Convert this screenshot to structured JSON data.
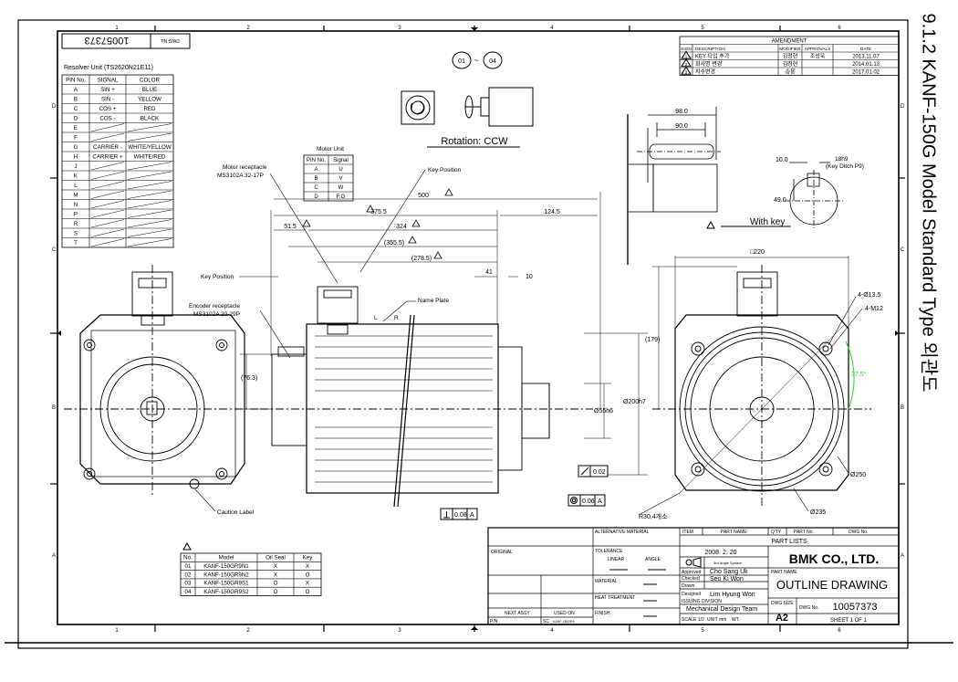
{
  "side_title": "9.1.2 KANF-150G Model Standard Type 외관도",
  "dwg_box": {
    "number": "10057373",
    "label": "DWG No."
  },
  "zones": {
    "top": [
      "1",
      "2",
      "3",
      "4",
      "5",
      "6"
    ],
    "left": [
      "D",
      "C",
      "B",
      "A"
    ]
  },
  "resolver": {
    "title": "Resolver Unit (TS2620N21E11)",
    "headers": [
      "PIN No.",
      "SIGNAL",
      "COLOR"
    ],
    "rows": [
      [
        "A",
        "SIN +",
        "BLUE"
      ],
      [
        "B",
        "SIN -",
        "YELLOW"
      ],
      [
        "C",
        "COS +",
        "RED"
      ],
      [
        "D",
        "COS -",
        "BLACK"
      ],
      [
        "E",
        "",
        ""
      ],
      [
        "F",
        "",
        ""
      ],
      [
        "G",
        "CARRIER -",
        "WHITE/YELLOW"
      ],
      [
        "H",
        "CARRIER +",
        "WHITE/RED"
      ],
      [
        "J",
        "",
        ""
      ],
      [
        "K",
        "",
        ""
      ],
      [
        "L",
        "",
        ""
      ],
      [
        "M",
        "",
        ""
      ],
      [
        "N",
        "",
        ""
      ],
      [
        "P",
        "",
        ""
      ],
      [
        "R",
        "",
        ""
      ],
      [
        "S",
        "",
        ""
      ],
      [
        "T",
        "",
        ""
      ]
    ]
  },
  "motor_unit": {
    "title": "Motor Unit",
    "headers": [
      "PIN No.",
      "Signal"
    ],
    "rows": [
      [
        "A",
        "U"
      ],
      [
        "B",
        "V"
      ],
      [
        "C",
        "W"
      ],
      [
        "D",
        "F.G"
      ]
    ]
  },
  "rotation": {
    "range_a": "01",
    "range_tilde": "~",
    "range_b": "04",
    "label": "Rotation: CCW"
  },
  "amendment": {
    "title": "AMENDMENT",
    "headers": [
      "SIGN",
      "DESCRIPTION",
      "MODIFIER",
      "APPROVALS",
      "DATE"
    ],
    "rows": [
      [
        "1",
        "KEY 타입 추가",
        "김정현",
        "조성욱",
        "2013.11.07"
      ],
      [
        "2",
        "회사명 변경",
        "김정현",
        "",
        "2014.01.13"
      ],
      [
        "3",
        "치수변경",
        "송용",
        "",
        "2017.01.02"
      ]
    ]
  },
  "labels": {
    "motor_receptacle": "Motor receptacle",
    "motor_receptacle_part": "MS3102A 32-17P",
    "key_position_top": "Key Position",
    "key_position_left": "Key Position",
    "encoder_receptacle": "Encoder receptacle",
    "encoder_receptacle_part": "MS3102A 20-29P",
    "name_plate": "Name Plate",
    "caution_label": "Caution Label",
    "with_key": "With key",
    "key_note": "18h9\n(Key Ditch P9)",
    "lr_l": "L",
    "lr_r": "R"
  },
  "dimensions": {
    "d500": "500",
    "d375_5": "375.5",
    "d51_5": "51.5",
    "d324": "324",
    "d355_5": "(355.5)",
    "d278_5": "(278.5)",
    "d124_5": "124.5",
    "d41": "41",
    "d10": "10",
    "d76_3": "(76.3)",
    "d200h7": "Ø200h7",
    "d55h6": "Ø55h6",
    "d98": "98.0",
    "d90": "90.0",
    "d10_0": "10.0",
    "d49": "49.0",
    "d220": "□220",
    "d179": "(179)",
    "d4_13_5": "4-Ø13.5",
    "d4_m12": "4-M12",
    "d37_5": "37.5°",
    "d250": "Ø250",
    "d235": "Ø235",
    "r30": "R30,4개소",
    "runout": "0.02",
    "conc": "0.06",
    "conc_ref": "A",
    "perp": "0.08",
    "perp_ref": "A"
  },
  "models": {
    "headers": [
      "No.",
      "Model",
      "Oil Seal",
      "Key"
    ],
    "rows": [
      [
        "01",
        "KANF-150GR9N1",
        "X",
        "X"
      ],
      [
        "02",
        "KANF-150GR9N2",
        "X",
        "O"
      ],
      [
        "03",
        "KANF-150GR9S1",
        "O",
        "X"
      ],
      [
        "04",
        "KANF-150GR9S2",
        "O",
        "O"
      ]
    ]
  },
  "title_block": {
    "original": "ORIGINAL",
    "alt_material": "ALTERNATIVE MATERIAL",
    "tolerance": "TOLERANCE",
    "linear": "LINEAR",
    "angle": "ANGLE",
    "material": "MATERIAL",
    "heat": "HEAT TREATMENT",
    "finish": "FINISH",
    "next_assy": "NEXT ASSY",
    "used_on": "USED ON",
    "pn": "P/N",
    "sc": "SC",
    "sc_val": "KANF-150GR9",
    "item": "ITEM",
    "part_name_h": "PART NAME",
    "qty": "Q'TY",
    "part_no": "PART No.",
    "dwg_no_h": "DWG No.",
    "part_lists": "PART LISTS",
    "date": "2008. 2. 20",
    "third_angle": "3rd Angle System",
    "approved_l": "Approved",
    "approved": "Cho Sang Uk",
    "checked_l": "Checked",
    "checked": "Seo Ki Won",
    "drawn_l": "Drawn",
    "designed_l": "Designed",
    "designed": "Lim Hyung Won",
    "issuing_l": "ISSUING DIVISION",
    "issuing": "Mechanical Design Team",
    "scale": "SCALE 1/2",
    "unit": "UNIT mm",
    "wt": "WT.",
    "company": "BMK CO., LTD.",
    "part_name_l": "PART NAME",
    "drawing_title": "OUTLINE DRAWING",
    "dwg_size_l": "DWG SIZE",
    "dwg_size": "A2",
    "dwg_no_l": "DWG No.",
    "dwg_no": "10057373",
    "sheet": "SHEET 1 OF 1"
  }
}
